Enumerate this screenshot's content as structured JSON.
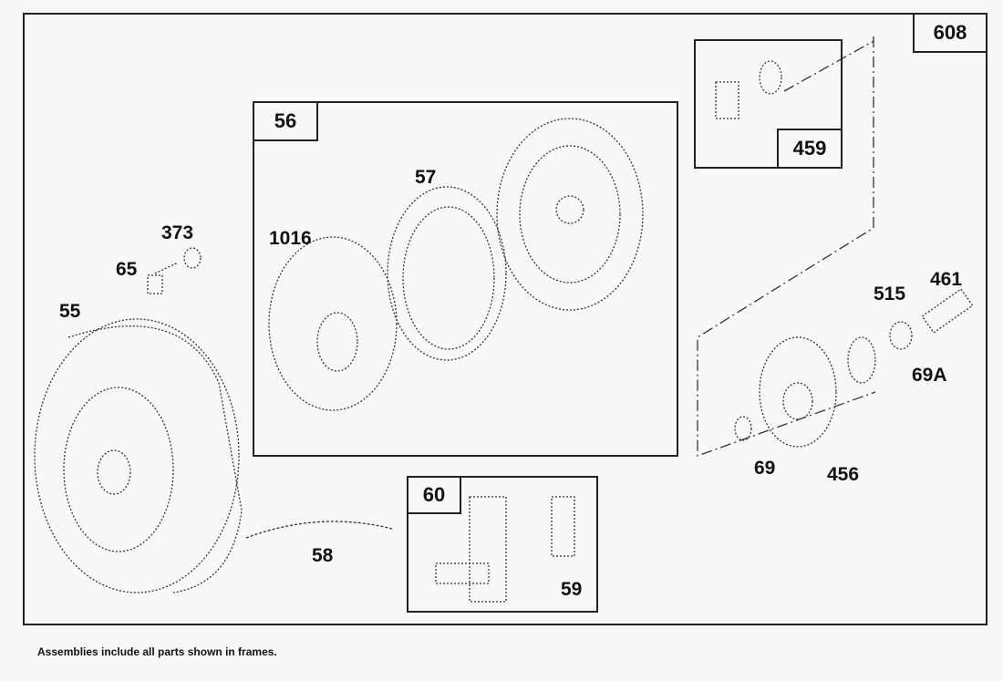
{
  "assembly_tags": {
    "outer": "608",
    "recoil_pulley": "56",
    "handle": "60",
    "pawl": "459"
  },
  "part_labels": {
    "p55": "55",
    "p65": "65",
    "p373": "373",
    "p1016": "1016",
    "p57": "57",
    "p58": "58",
    "p59": "59",
    "p515": "515",
    "p461": "461",
    "p69a": "69A",
    "p69": "69",
    "p456": "456"
  },
  "footer_note": "Assemblies include all parts shown in frames."
}
